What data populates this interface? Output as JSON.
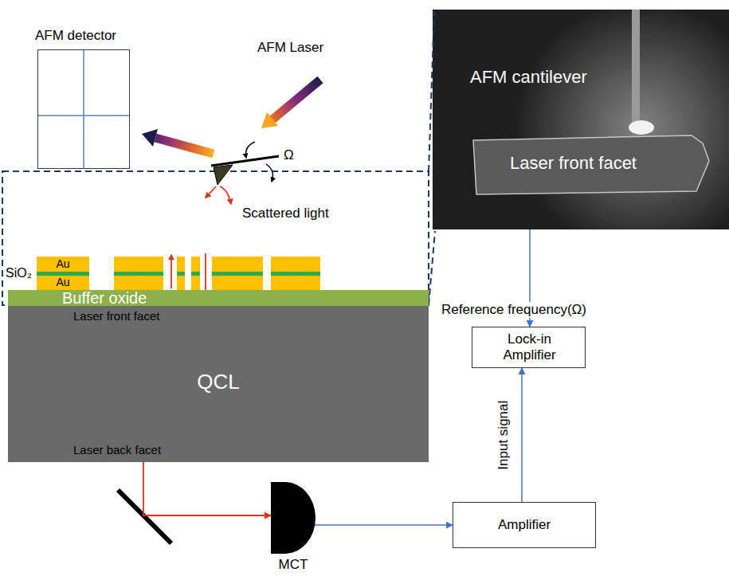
{
  "diagram": {
    "nodes": [
      {
        "text": [
          "AFM detector"
        ]
      },
      {
        "text": [
          "AFM cantilever",
          "Laser front facet"
        ]
      },
      {
        "text": [
          "Au",
          "Au"
        ]
      },
      {
        "text": [
          "Buffer oxide"
        ]
      },
      {
        "text": [
          "Laser front facet",
          "QCL",
          "Laser back facet"
        ]
      },
      {
        "text": [
          "Lock-in Amplifier"
        ]
      },
      {
        "text": [
          "MCT"
        ]
      },
      {
        "text": [
          "Amplifier"
        ]
      }
    ],
    "edges": [
      {
        "from": 4,
        "to": 6,
        "arrow": "to"
      },
      {
        "from": 6,
        "to": 7,
        "arrow": "to"
      },
      {
        "from": 7,
        "to": 5,
        "arrow": "to",
        "label": "Input signal"
      },
      {
        "from": 1,
        "to": 5,
        "arrow": "to",
        "label": "Reference frequency(Ω)"
      }
    ],
    "labels": [
      "AFM Laser",
      "Ω",
      "Scattered light",
      "SiO₂"
    ]
  }
}
